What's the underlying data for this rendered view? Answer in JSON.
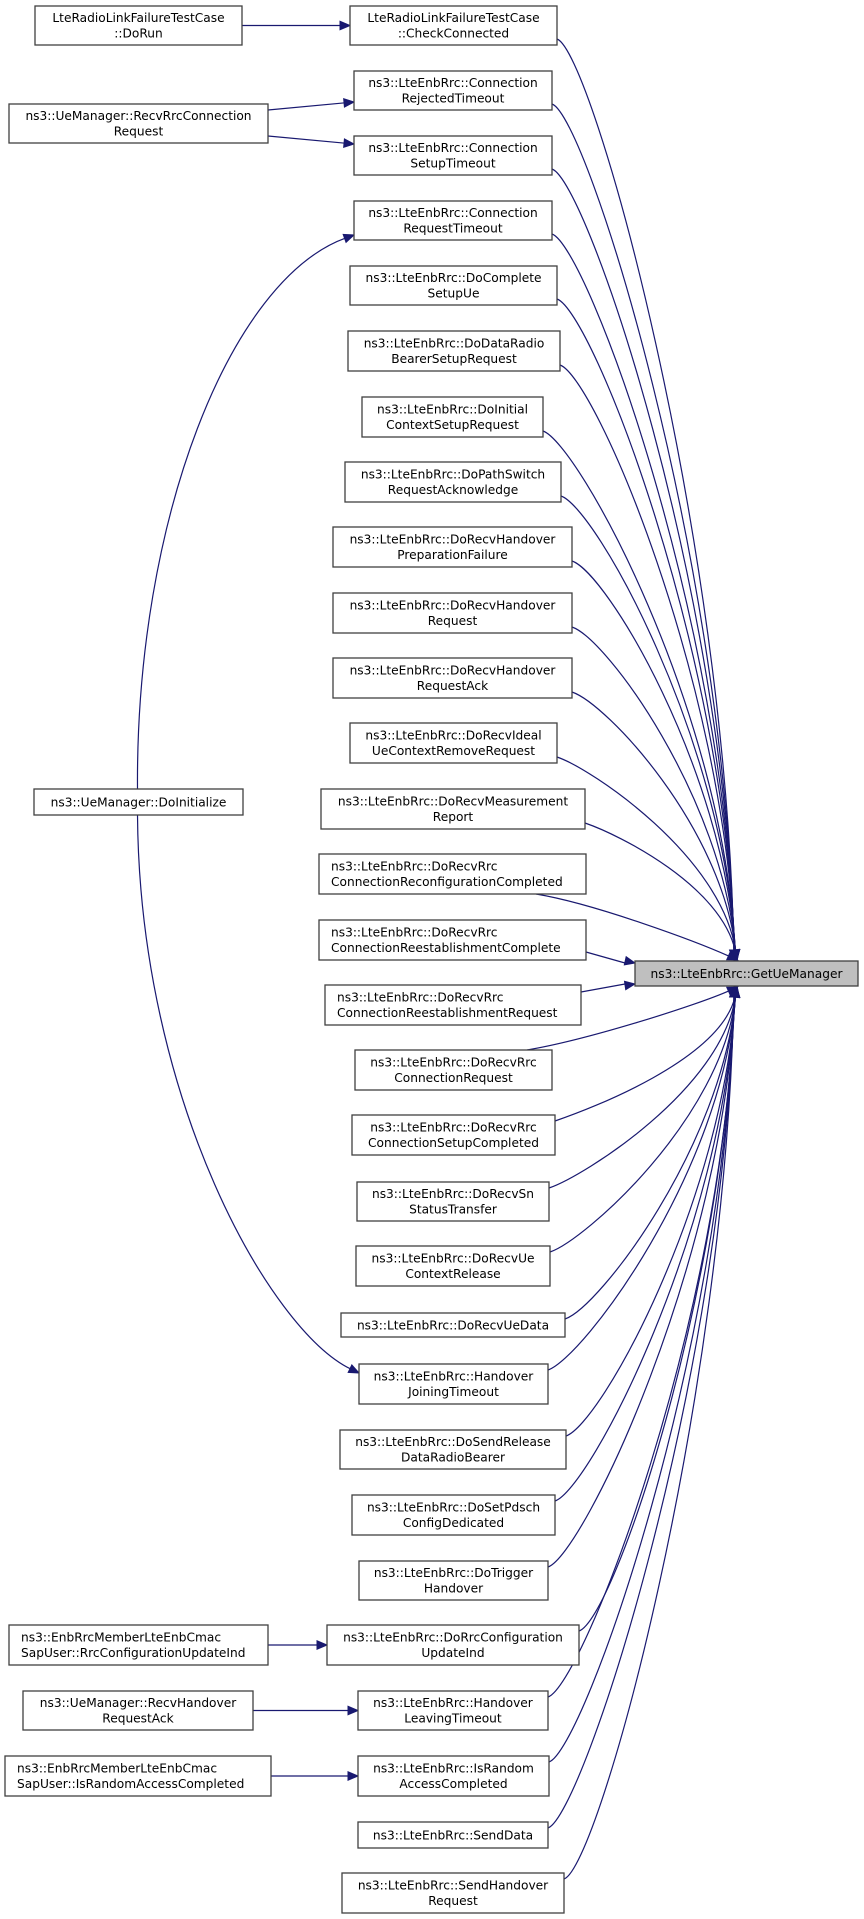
{
  "title": "Caller graph of ns3::LteEnbRrc::GetUeManager",
  "colors": {
    "edge": "#191970",
    "node_border": "#404040",
    "focus_fill": "#bfbfbf",
    "node_fill": "#ffffff"
  },
  "focus_node": {
    "id": "getuemanager",
    "lines": [
      "ns3::LteEnbRrc::GetUeManager"
    ]
  },
  "callers": [
    {
      "id": "checkconnected",
      "lines": [
        "LteRadioLinkFailureTestCase",
        "::CheckConnected"
      ]
    },
    {
      "id": "connrejectedtimeout",
      "lines": [
        "ns3::LteEnbRrc::Connection",
        "RejectedTimeout"
      ]
    },
    {
      "id": "connsetuptimeout",
      "lines": [
        "ns3::LteEnbRrc::Connection",
        "SetupTimeout"
      ]
    },
    {
      "id": "connrequesttimeout",
      "lines": [
        "ns3::LteEnbRrc::Connection",
        "RequestTimeout"
      ]
    },
    {
      "id": "docompletesetupue",
      "lines": [
        "ns3::LteEnbRrc::DoComplete",
        "SetupUe"
      ]
    },
    {
      "id": "dodataradiobearer",
      "lines": [
        "ns3::LteEnbRrc::DoDataRadio",
        "BearerSetupRequest"
      ]
    },
    {
      "id": "doinitialcontext",
      "lines": [
        "ns3::LteEnbRrc::DoInitial",
        "ContextSetupRequest"
      ]
    },
    {
      "id": "dopathswitch",
      "lines": [
        "ns3::LteEnbRrc::DoPathSwitch",
        "RequestAcknowledge"
      ]
    },
    {
      "id": "dorecvhoprepfailure",
      "lines": [
        "ns3::LteEnbRrc::DoRecvHandover",
        "PreparationFailure"
      ]
    },
    {
      "id": "dorecvhorequest",
      "lines": [
        "ns3::LteEnbRrc::DoRecvHandover",
        "Request"
      ]
    },
    {
      "id": "dorecvhorequestack",
      "lines": [
        "ns3::LteEnbRrc::DoRecvHandover",
        "RequestAck"
      ]
    },
    {
      "id": "dorecvidealue",
      "lines": [
        "ns3::LteEnbRrc::DoRecvIdeal",
        "UeContextRemoveRequest"
      ]
    },
    {
      "id": "dorecvmeasreport",
      "lines": [
        "ns3::LteEnbRrc::DoRecvMeasurement",
        "Report"
      ]
    },
    {
      "id": "dorecvrrcreconfcompleted",
      "lines": [
        "ns3::LteEnbRrc::DoRecvRrc",
        "ConnectionReconfigurationCompleted"
      ],
      "align": "left"
    },
    {
      "id": "dorecvrrcreestcomplete",
      "lines": [
        "ns3::LteEnbRrc::DoRecvRrc",
        "ConnectionReestablishmentComplete"
      ],
      "align": "left"
    },
    {
      "id": "dorecvrrcreestrequest",
      "lines": [
        "ns3::LteEnbRrc::DoRecvRrc",
        "ConnectionReestablishmentRequest"
      ],
      "align": "left"
    },
    {
      "id": "dorecvrrcconnrequest",
      "lines": [
        "ns3::LteEnbRrc::DoRecvRrc",
        "ConnectionRequest"
      ]
    },
    {
      "id": "dorecvrrcsetupcompleted",
      "lines": [
        "ns3::LteEnbRrc::DoRecvRrc",
        "ConnectionSetupCompleted"
      ]
    },
    {
      "id": "dorecvsnstatus",
      "lines": [
        "ns3::LteEnbRrc::DoRecvSn",
        "StatusTransfer"
      ]
    },
    {
      "id": "dorecvuecontextrelease",
      "lines": [
        "ns3::LteEnbRrc::DoRecvUe",
        "ContextRelease"
      ]
    },
    {
      "id": "dorecvuedata",
      "lines": [
        "ns3::LteEnbRrc::DoRecvUeData"
      ]
    },
    {
      "id": "hojoiningtimeout",
      "lines": [
        "ns3::LteEnbRrc::Handover",
        "JoiningTimeout"
      ]
    },
    {
      "id": "dosendreleasedrb",
      "lines": [
        "ns3::LteEnbRrc::DoSendRelease",
        "DataRadioBearer"
      ]
    },
    {
      "id": "dosetpdsch",
      "lines": [
        "ns3::LteEnbRrc::DoSetPdsch",
        "ConfigDedicated"
      ]
    },
    {
      "id": "dotriggerho",
      "lines": [
        "ns3::LteEnbRrc::DoTrigger",
        "Handover"
      ]
    },
    {
      "id": "dorrcconfigupdate",
      "lines": [
        "ns3::LteEnbRrc::DoRrcConfiguration",
        "UpdateInd"
      ]
    },
    {
      "id": "holeavingtimeout",
      "lines": [
        "ns3::LteEnbRrc::Handover",
        "LeavingTimeout"
      ]
    },
    {
      "id": "israndomaccess",
      "lines": [
        "ns3::LteEnbRrc::IsRandom",
        "AccessCompleted"
      ]
    },
    {
      "id": "senddata",
      "lines": [
        "ns3::LteEnbRrc::SendData"
      ]
    },
    {
      "id": "sendhorequest",
      "lines": [
        "ns3::LteEnbRrc::SendHandover",
        "Request"
      ]
    }
  ],
  "outer_callers": [
    {
      "id": "dorun",
      "lines": [
        "LteRadioLinkFailureTestCase",
        "::DoRun"
      ]
    },
    {
      "id": "recvrrcconnrequest",
      "lines": [
        "ns3::UeManager::RecvRrcConnection",
        "Request"
      ]
    },
    {
      "id": "doinitialize",
      "lines": [
        "ns3::UeManager::DoInitialize"
      ]
    },
    {
      "id": "cmacrrcconfigupdate",
      "lines": [
        "ns3::EnbRrcMemberLteEnbCmac",
        "SapUser::RrcConfigurationUpdateInd"
      ],
      "align": "left"
    },
    {
      "id": "recvhorequestack",
      "lines": [
        "ns3::UeManager::RecvHandover",
        "RequestAck"
      ]
    },
    {
      "id": "cmacisrandomaccess",
      "lines": [
        "ns3::EnbRrcMemberLteEnbCmac",
        "SapUser::IsRandomAccessCompleted"
      ],
      "align": "left"
    }
  ],
  "edges": [
    [
      "dorun",
      "checkconnected"
    ],
    [
      "recvrrcconnrequest",
      "connrejectedtimeout"
    ],
    [
      "recvrrcconnrequest",
      "connsetuptimeout"
    ],
    [
      "doinitialize",
      "connrequesttimeout"
    ],
    [
      "doinitialize",
      "hojoiningtimeout"
    ],
    [
      "cmacrrcconfigupdate",
      "dorrcconfigupdate"
    ],
    [
      "recvhorequestack",
      "holeavingtimeout"
    ],
    [
      "cmacisrandomaccess",
      "israndomaccess"
    ]
  ]
}
